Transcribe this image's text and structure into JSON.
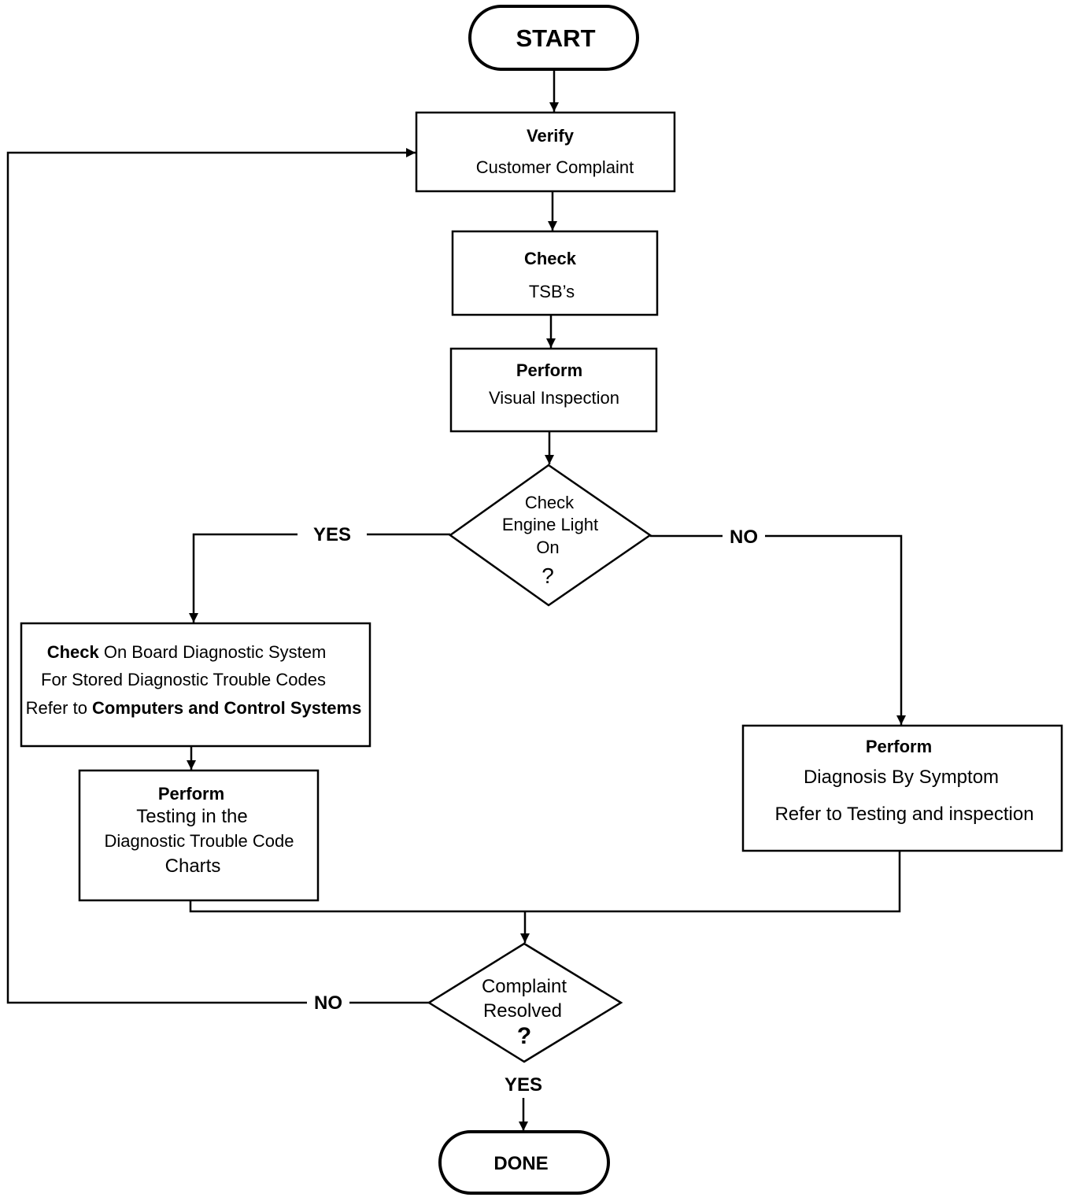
{
  "diagram": {
    "start": "START",
    "done": "DONE",
    "verify": {
      "head": "Verify",
      "line1": "Customer Complaint"
    },
    "check_tsb": {
      "head": "Check",
      "line1": "TSB’s"
    },
    "visual": {
      "head": "Perform",
      "line1": "Visual Inspection"
    },
    "decision_cel": {
      "line1": "Check",
      "line2": "Engine Light",
      "line3": "On",
      "mark": "?"
    },
    "yes_1": "YES",
    "no_1": "NO",
    "obd": {
      "bold1": "Check",
      "text1": " On Board Diagnostic System",
      "line2": "For Stored Diagnostic Trouble Codes",
      "text3": "Refer to ",
      "bold3": "Computers and Control Systems"
    },
    "dtc": {
      "head": "Perform",
      "line1": "Testing in the",
      "line2": "Diagnostic Trouble Code",
      "line3": "Charts"
    },
    "symptom": {
      "head": "Perform",
      "line1": "Diagnosis By Symptom",
      "line2": "Refer to Testing and inspection"
    },
    "decision_resolved": {
      "line1": "Complaint",
      "line2": "Resolved",
      "mark": "?"
    },
    "no_2": "NO",
    "yes_2": "YES"
  }
}
